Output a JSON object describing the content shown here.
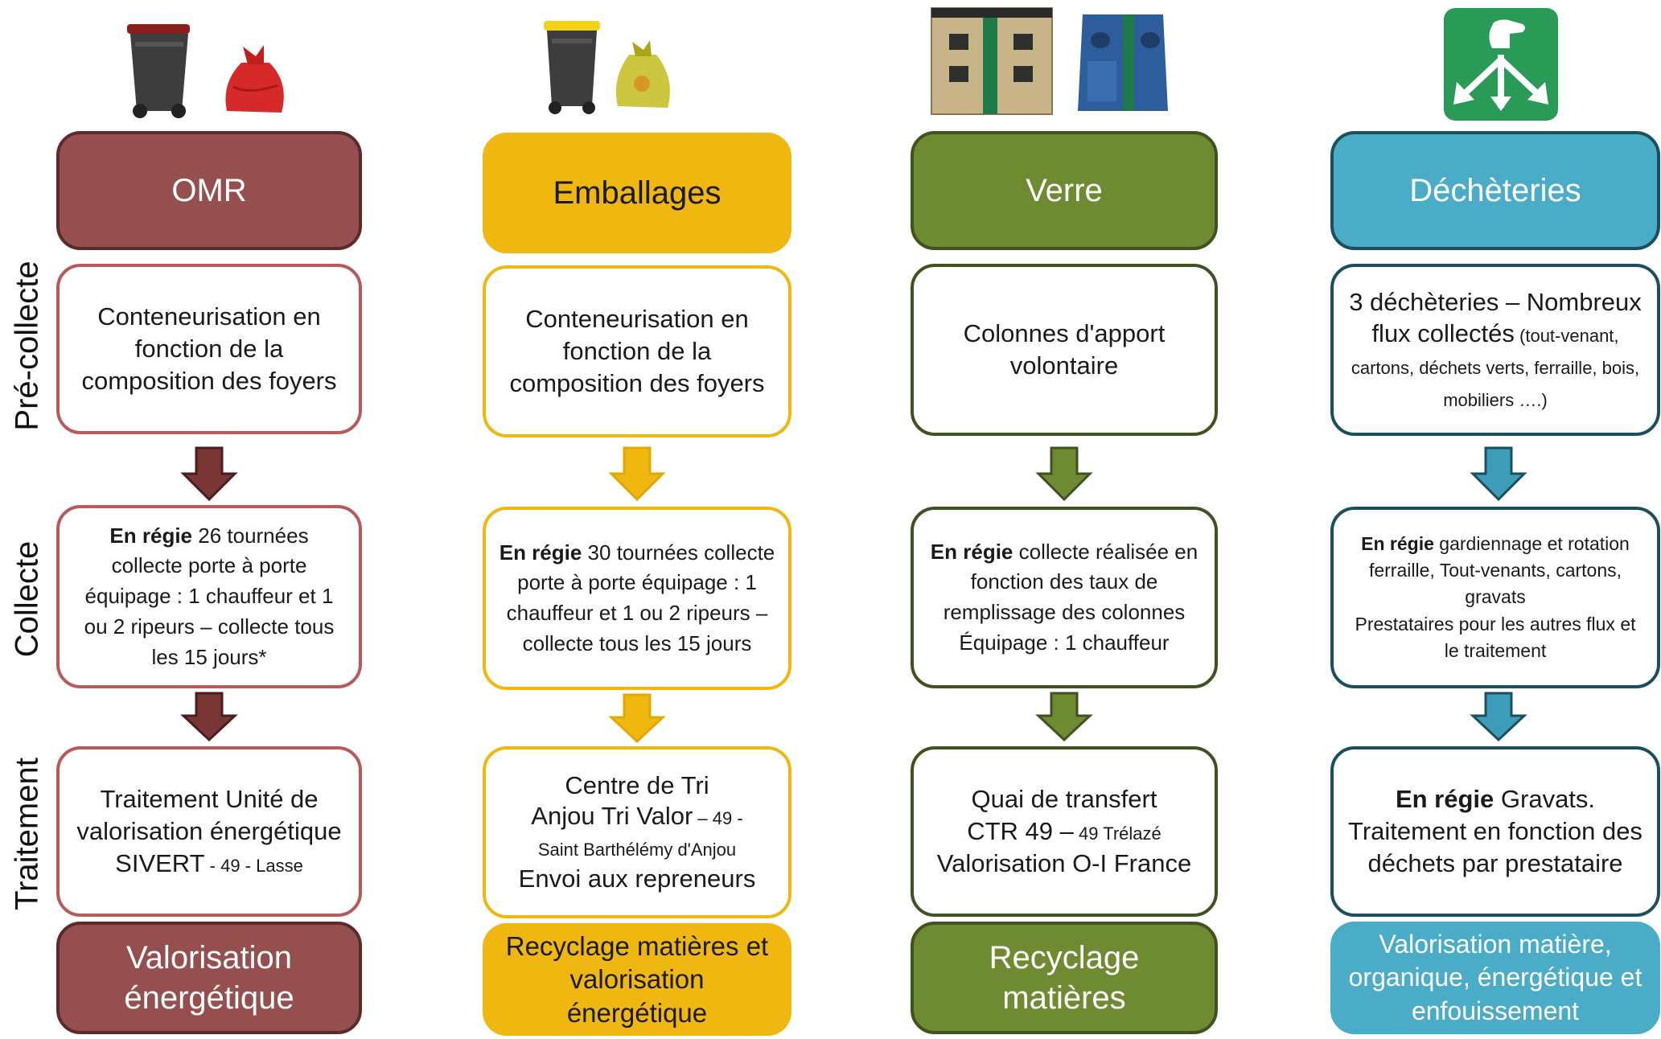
{
  "row_labels": {
    "pre_collecte": "Pré-collecte",
    "collecte": "Collecte",
    "traitement": "Traitement"
  },
  "columns": [
    {
      "id": "omr",
      "icon": "red-bin-and-bag-icon",
      "color": "#954f4f",
      "dark": "#5c2a2a",
      "header": "OMR",
      "pre_collecte": "Conteneurisation en fonction de la composition des foyers",
      "collecte": {
        "bold": "En régie",
        "text": " 26 tournées collecte porte à porte équipage : 1 chauffeur et 1 ou 2 ripeurs – collecte tous les 15 jours*"
      },
      "traitement": {
        "main": "Traitement Unité de valorisation énergétique SIVERT",
        "small": " - 49 - Lasse"
      },
      "result": "Valorisation énergétique"
    },
    {
      "id": "emballages",
      "icon": "yellow-bin-and-bag-icon",
      "color": "#f0b710",
      "dark": "#c49000",
      "header": "Emballages",
      "pre_collecte": "Conteneurisation en fonction de la composition des foyers",
      "collecte": {
        "bold": "En régie",
        "text": " 30 tournées collecte porte à porte équipage : 1 chauffeur et 1 ou 2 ripeurs – collecte tous les 15 jours"
      },
      "traitement": {
        "line1": "Centre de Tri",
        "line2": "Anjou Tri Valor",
        "line2_small": " – 49 -",
        "line3_small": "Saint Barthélémy d'Anjou",
        "line4": "Envoi aux repreneurs"
      },
      "result": "Recyclage matières et valorisation énergétique"
    },
    {
      "id": "verre",
      "icon": "glass-columns-icon",
      "color": "#6e8b32",
      "dark": "#3f5220",
      "header": "Verre",
      "pre_collecte": "Colonnes d'apport volontaire",
      "collecte": {
        "bold": "En régie",
        "text": " collecte réalisée en fonction des taux de remplissage des colonnes",
        "line2": "Équipage : 1 chauffeur"
      },
      "traitement": {
        "line1": "Quai de transfert",
        "line2": "CTR 49 –",
        "line2_small": " 49 Trélazé",
        "line3": "Valorisation O-I France"
      },
      "result": "Recyclage matières"
    },
    {
      "id": "decheteries",
      "icon": "recycling-drop-off-sign-icon",
      "color": "#4aacc6",
      "dark": "#1c4f5e",
      "header": "Déchèteries",
      "pre_collecte": {
        "main": "3 déchèteries – Nombreux flux collectés",
        "small": " (tout-venant, cartons, déchets verts, ferraille, bois, mobiliers ….)"
      },
      "collecte": {
        "bold": "En régie",
        "text": " gardiennage et rotation ferraille, Tout-venants, cartons, gravats",
        "line2": "Prestataires pour les autres flux et le traitement"
      },
      "traitement": {
        "bold": "En régie",
        "text": " Gravats. Traitement en fonction des déchets par prestataire"
      },
      "result": "Valorisation matière, organique, énergétique et enfouissement"
    }
  ]
}
